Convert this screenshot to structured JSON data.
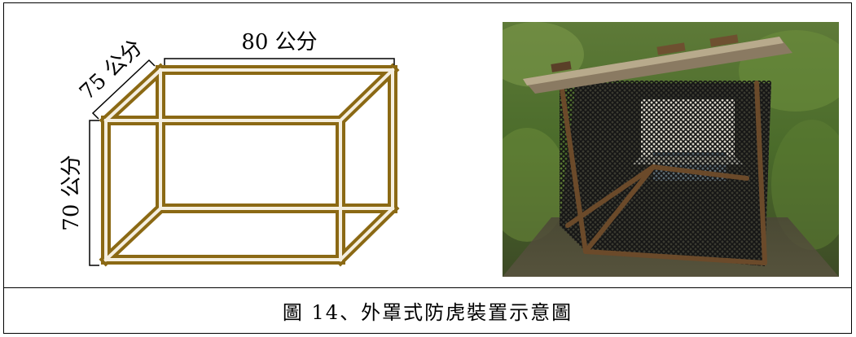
{
  "diagram": {
    "width_label": "80 公分",
    "depth_label": "75 公分",
    "height_label": "70 公分",
    "frame_color": "#8b6914"
  },
  "photo": {
    "subject": "cage-with-roof-photo",
    "mesh_color": "#1a1a1a",
    "frame_color": "#6b4a2a",
    "grass_color": "#4a6b2a"
  },
  "caption": "圖 14、外罩式防虎裝置示意圖"
}
